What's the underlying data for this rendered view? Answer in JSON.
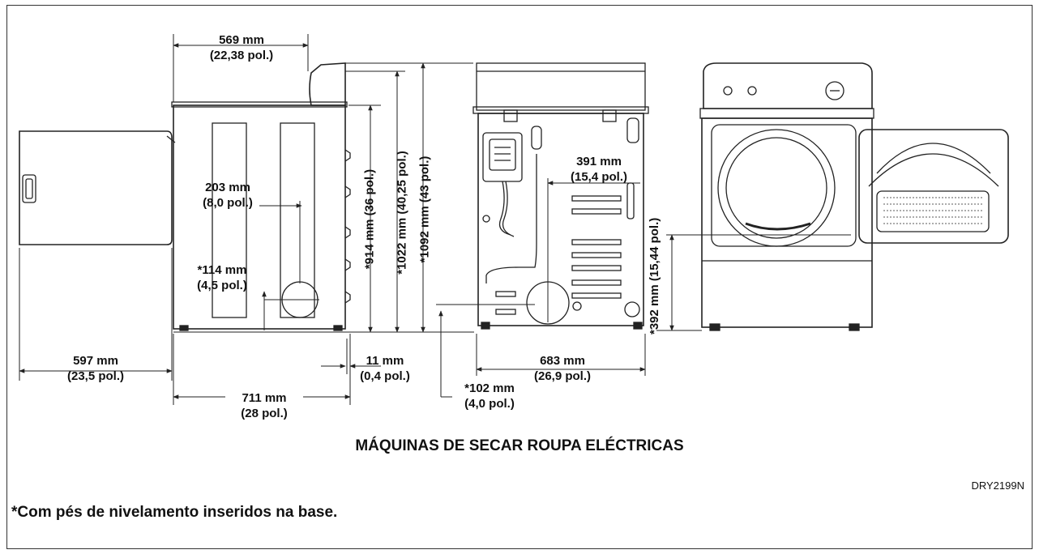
{
  "caption": "MÁQUINAS DE SECAR ROUPA ELÉCTRICAS",
  "figure_code": "DRY2199N",
  "footnote": "*Com pés de nivelamento inseridos na base.",
  "dimensions": {
    "depth_569": {
      "mm": "569 mm",
      "in": "(22,38 pol.)"
    },
    "vent_203": {
      "mm": "203 mm",
      "in": "(8,0 pol.)"
    },
    "vent_114": {
      "mm": "*114 mm",
      "in": "(4,5 pol.)"
    },
    "door_597": {
      "mm": "597 mm",
      "in": "(23,5 pol.)"
    },
    "depth_711": {
      "mm": "711 mm",
      "in": "(28 pol.)"
    },
    "clear_11": {
      "mm": "11 mm",
      "in": "(0,4 pol.)"
    },
    "height_914": {
      "text": "*914 mm (36 pol.)"
    },
    "height_1022": {
      "text": "*1022 mm (40,25 pol.)"
    },
    "height_1092": {
      "text": "*1092 mm (43 pol.)"
    },
    "vent_391": {
      "mm": "391 mm",
      "in": "(15,4 pol.)"
    },
    "vent_102": {
      "mm": "*102 mm",
      "in": "(4,0 pol.)"
    },
    "width_683": {
      "mm": "683 mm",
      "in": "(26,9 pol.)"
    },
    "height_392": {
      "text": "*392 mm (15,44 pol.)"
    }
  }
}
